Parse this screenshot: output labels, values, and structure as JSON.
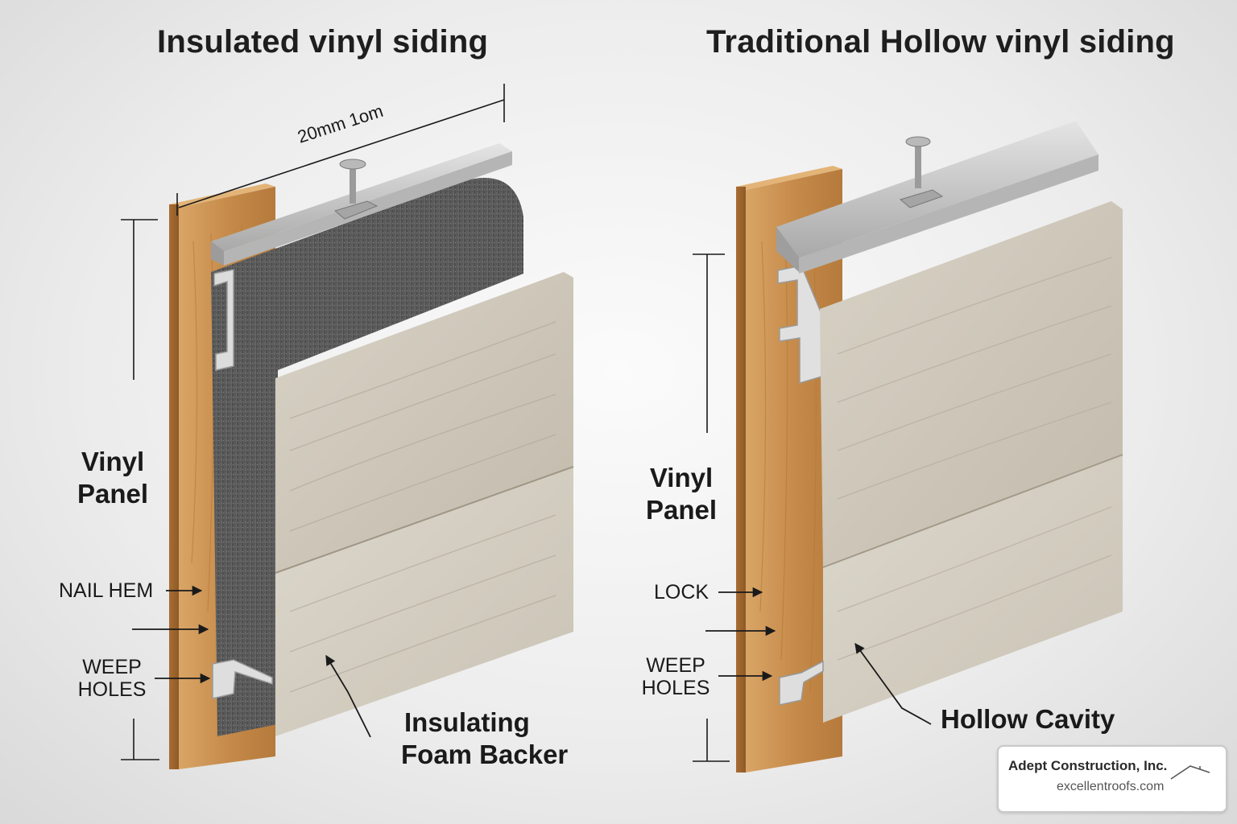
{
  "titles": {
    "left": "Insulated vinyl siding",
    "right": "Traditional Hollow vinyl siding"
  },
  "left_panel": {
    "dimension": "20mm 1om",
    "vinyl_panel_line1": "Vinyl",
    "vinyl_panel_line2": "Panel",
    "nail_hem": "NAIL HEM",
    "weep_holes_line1": "WEEP",
    "weep_holes_line2": "HOLES",
    "callout_line1": "Insulating",
    "callout_line2": "Foam Backer"
  },
  "right_panel": {
    "vinyl_panel_line1": "Vinyl",
    "vinyl_panel_line2": "Panel",
    "lock": "LOCK",
    "weep_holes_line1": "WEEP",
    "weep_holes_line2": "HOLES",
    "callout": "Hollow Cavity"
  },
  "logo": {
    "name": "Adept Construction, Inc.",
    "url": "excellentroofs.com"
  },
  "colors": {
    "wood": "#c98f4f",
    "foam": "#5a5a5a",
    "vinyl": "#cfc8ba",
    "metal_rail": "#c8c8c8",
    "text": "#1a1a1a"
  }
}
